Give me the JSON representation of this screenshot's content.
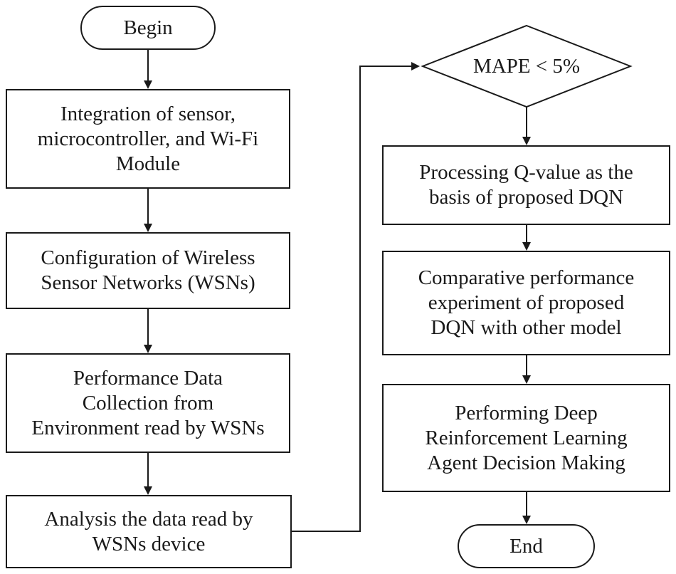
{
  "diagram": {
    "begin": "Begin",
    "end": "End",
    "left_steps": [
      [
        "Integration of sensor,",
        "microcontroller, and Wi-Fi",
        "Module"
      ],
      [
        "Configuration of Wireless",
        "Sensor Networks (WSNs)"
      ],
      [
        "Performance Data",
        "Collection from",
        "Environment read by WSNs"
      ],
      [
        "Analysis the data read by",
        "WSNs device"
      ]
    ],
    "decision": "MAPE < 5%",
    "right_steps": [
      [
        "Processing Q-value as the",
        "basis of proposed DQN"
      ],
      [
        "Comparative performance",
        "experiment of proposed",
        "DQN with other model"
      ],
      [
        "Performing Deep",
        "Reinforcement Learning",
        "Agent Decision Making"
      ]
    ]
  }
}
